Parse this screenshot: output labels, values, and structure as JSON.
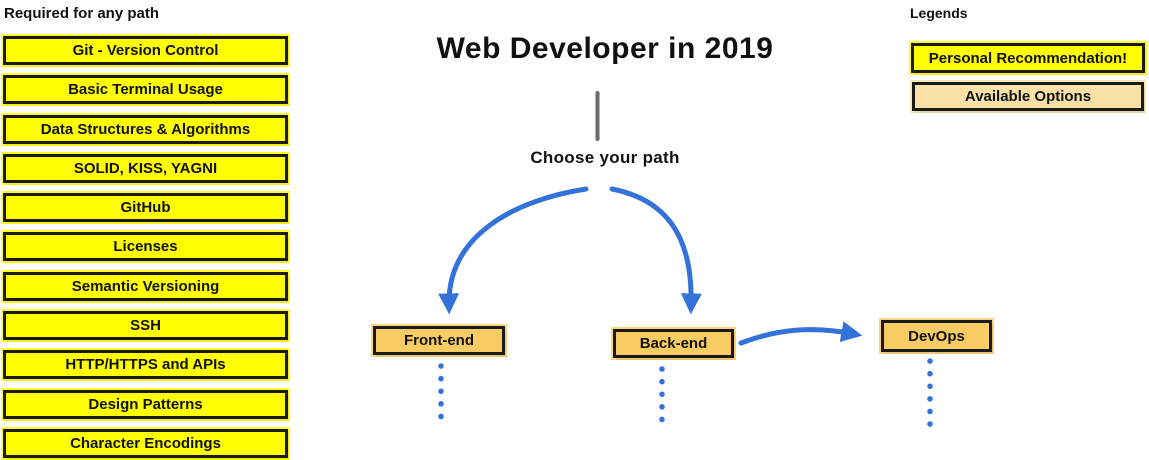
{
  "colors": {
    "highlight_yellow": "#FFFF00",
    "option_gold": "#F9CB63",
    "option_light": "#F9E1A6",
    "arrow_blue": "#3372D8",
    "connector_gray": "#6B6B6B",
    "box_border": "#1A1A1A"
  },
  "left_panel": {
    "title": "Required for any path",
    "items": [
      "Git - Version Control",
      "Basic Terminal Usage",
      "Data Structures & Algorithms",
      "SOLID, KISS, YAGNI",
      "GitHub",
      "Licenses",
      "Semantic Versioning",
      "SSH",
      "HTTP/HTTPS and APIs",
      "Design Patterns",
      "Character Encodings"
    ]
  },
  "center": {
    "title": "Web Developer in 2019",
    "subtitle": "Choose your path",
    "nodes": [
      {
        "id": "front-end",
        "label": "Front-end"
      },
      {
        "id": "back-end",
        "label": "Back-end"
      },
      {
        "id": "devops",
        "label": "DevOps"
      }
    ]
  },
  "legend": {
    "title": "Legends",
    "items": [
      {
        "label": "Personal Recommendation!",
        "style": "recommendation"
      },
      {
        "label": "Available Options",
        "style": "available"
      }
    ]
  }
}
